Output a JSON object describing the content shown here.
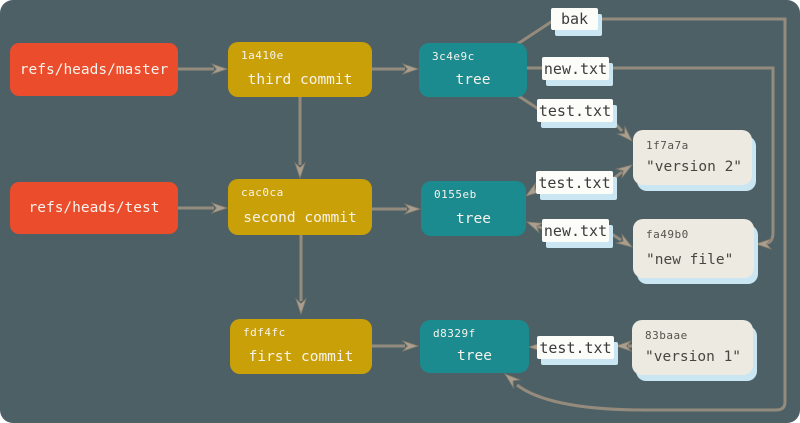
{
  "colors": {
    "background": "#4d6066",
    "ref": "#eb4c2b",
    "commit": "#c9a008",
    "tree": "#1b8b8f",
    "blob": "#edeae1",
    "label_bg": "#fcfcf9",
    "shadow": "#c9e6f2",
    "line": "#948b7d",
    "dart": "#aa9f8e",
    "text_light": "#f7f3ec",
    "text_dark": "#3c3c3a"
  },
  "refs": [
    {
      "label": "refs/heads/master"
    },
    {
      "label": "refs/heads/test"
    }
  ],
  "commits": [
    {
      "hash": "1a410e",
      "label": "third commit"
    },
    {
      "hash": "cac0ca",
      "label": "second commit"
    },
    {
      "hash": "fdf4fc",
      "label": "first commit"
    }
  ],
  "trees": [
    {
      "hash": "3c4e9c",
      "label": "tree"
    },
    {
      "hash": "0155eb",
      "label": "tree"
    },
    {
      "hash": "d8329f",
      "label": "tree"
    }
  ],
  "blobs": [
    {
      "hash": "1f7a7a",
      "label": "\"version 2\""
    },
    {
      "hash": "fa49b0",
      "label": "\"new file\""
    },
    {
      "hash": "83baae",
      "label": "\"version 1\""
    }
  ],
  "file_labels": [
    {
      "text": "bak"
    },
    {
      "text": "new.txt"
    },
    {
      "text": "test.txt"
    },
    {
      "text": "test.txt"
    },
    {
      "text": "new.txt"
    },
    {
      "text": "test.txt"
    }
  ]
}
